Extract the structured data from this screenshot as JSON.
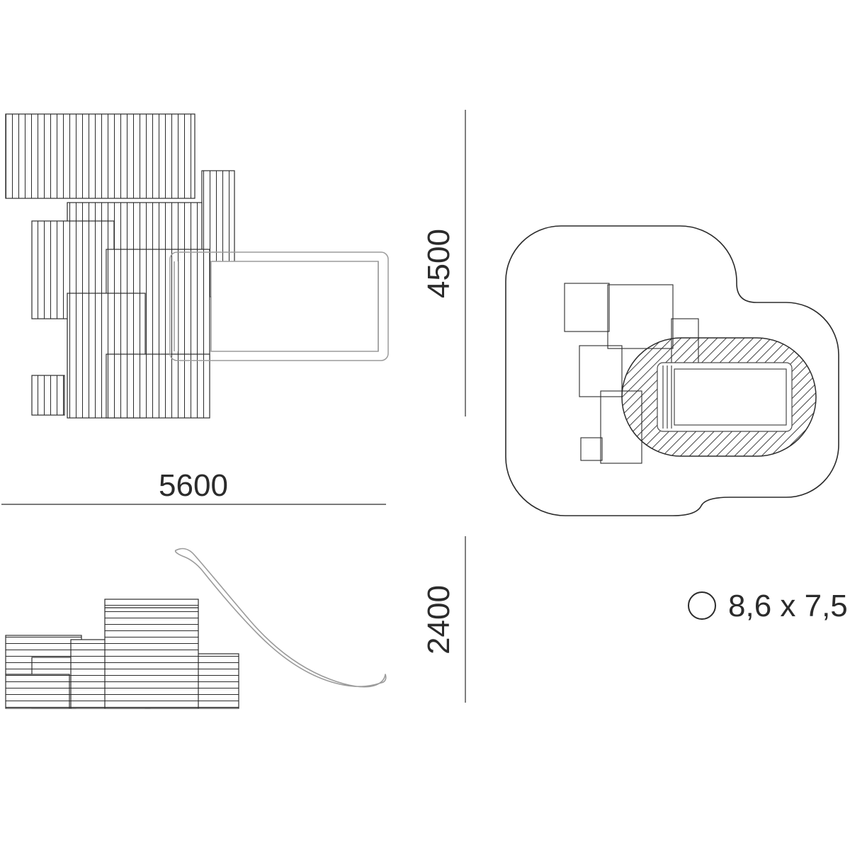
{
  "labels": {
    "plan_width": "5600",
    "plan_depth": "4500",
    "elevation_height": "2400",
    "safety_area": "8,6 x 7,5"
  },
  "icons": {
    "area_circle": "circle-outline-icon"
  },
  "colors": {
    "line": "#2b2b2b",
    "slide_line": "#9b9b9b",
    "background": "#ffffff"
  }
}
